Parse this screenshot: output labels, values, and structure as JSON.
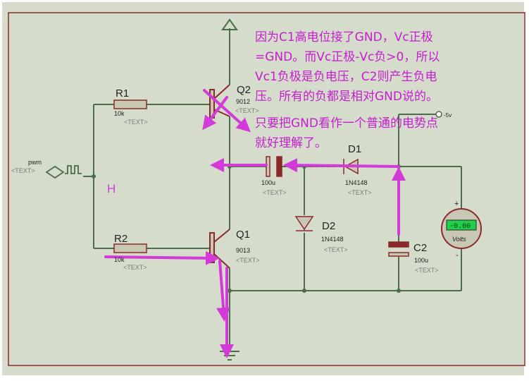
{
  "signal": {
    "name": "pwm",
    "text": "<TEXT>"
  },
  "node_label": "H",
  "components": {
    "r1": {
      "ref": "R1",
      "value": "10k",
      "text": "<TEXT>"
    },
    "r2": {
      "ref": "R2",
      "value": "10k",
      "text": "<TEXT>"
    },
    "q1": {
      "ref": "Q1",
      "value": "9013",
      "text": "<TEXT>"
    },
    "q2": {
      "ref": "Q2",
      "value": "9012",
      "text": "<TEXT>"
    },
    "c1": {
      "value": "100u",
      "text": "<TEXT>"
    },
    "d1": {
      "ref": "D1",
      "value": "1N4148",
      "text": "<TEXT>"
    },
    "d2": {
      "ref": "D2",
      "value": "1N4148",
      "text": "<TEXT>"
    },
    "c2": {
      "ref": "C2",
      "value": "100u",
      "text": "<TEXT>"
    },
    "neg_terminal": {
      "label": "-5v"
    },
    "voltmeter": {
      "display": "-0.00",
      "unit": "Volts",
      "plus": "+",
      "minus": "-"
    }
  },
  "annotation": {
    "lines": [
      "因为C1高电位接了GND，Vc正极",
      "=GND。而Vc正极-Vc负>0，所以",
      "Vc1负极是负电压，C2则产生负电",
      "压。所有的负都是相对GND说的。",
      "只要把GND看作一个普通的电势点",
      "就好理解了。"
    ]
  },
  "colors": {
    "wire": "#4a6e48",
    "part": "#8a2a2a",
    "part_fill": "#c8c8b4",
    "text": "#222222",
    "text_gray": "#7a7a7a",
    "accent": "#d33bd9",
    "background": "#d5dccb"
  }
}
